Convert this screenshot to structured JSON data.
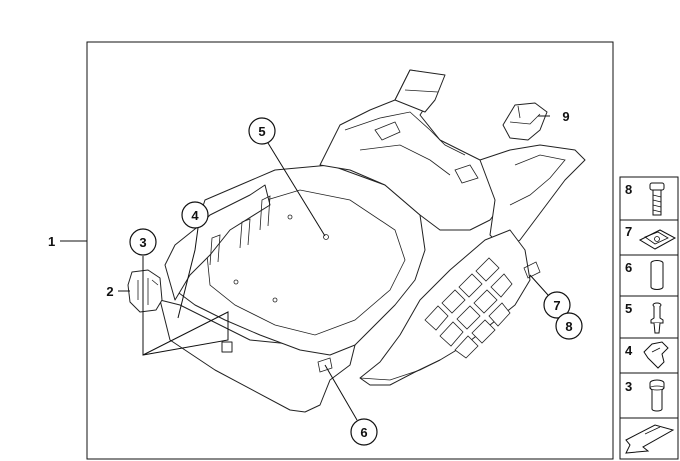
{
  "callouts": [
    {
      "id": "1",
      "label": "1"
    },
    {
      "id": "2",
      "label": "2"
    },
    {
      "id": "3",
      "label": "3"
    },
    {
      "id": "4",
      "label": "4"
    },
    {
      "id": "5",
      "label": "5"
    },
    {
      "id": "6",
      "label": "6"
    },
    {
      "id": "7",
      "label": "7"
    },
    {
      "id": "8",
      "label": "8"
    },
    {
      "id": "9",
      "label": "9"
    }
  ],
  "parts_list": [
    {
      "label": "8",
      "icon": "bolt-icon"
    },
    {
      "label": "7",
      "icon": "clip-nut-icon"
    },
    {
      "label": "6",
      "icon": "spacer-sleeve-icon"
    },
    {
      "label": "5",
      "icon": "expanding-rivet-icon"
    },
    {
      "label": "4",
      "icon": "cable-clip-icon"
    },
    {
      "label": "3",
      "icon": "rubber-grommet-icon"
    }
  ],
  "footer_icon": "direction-arrow-icon"
}
